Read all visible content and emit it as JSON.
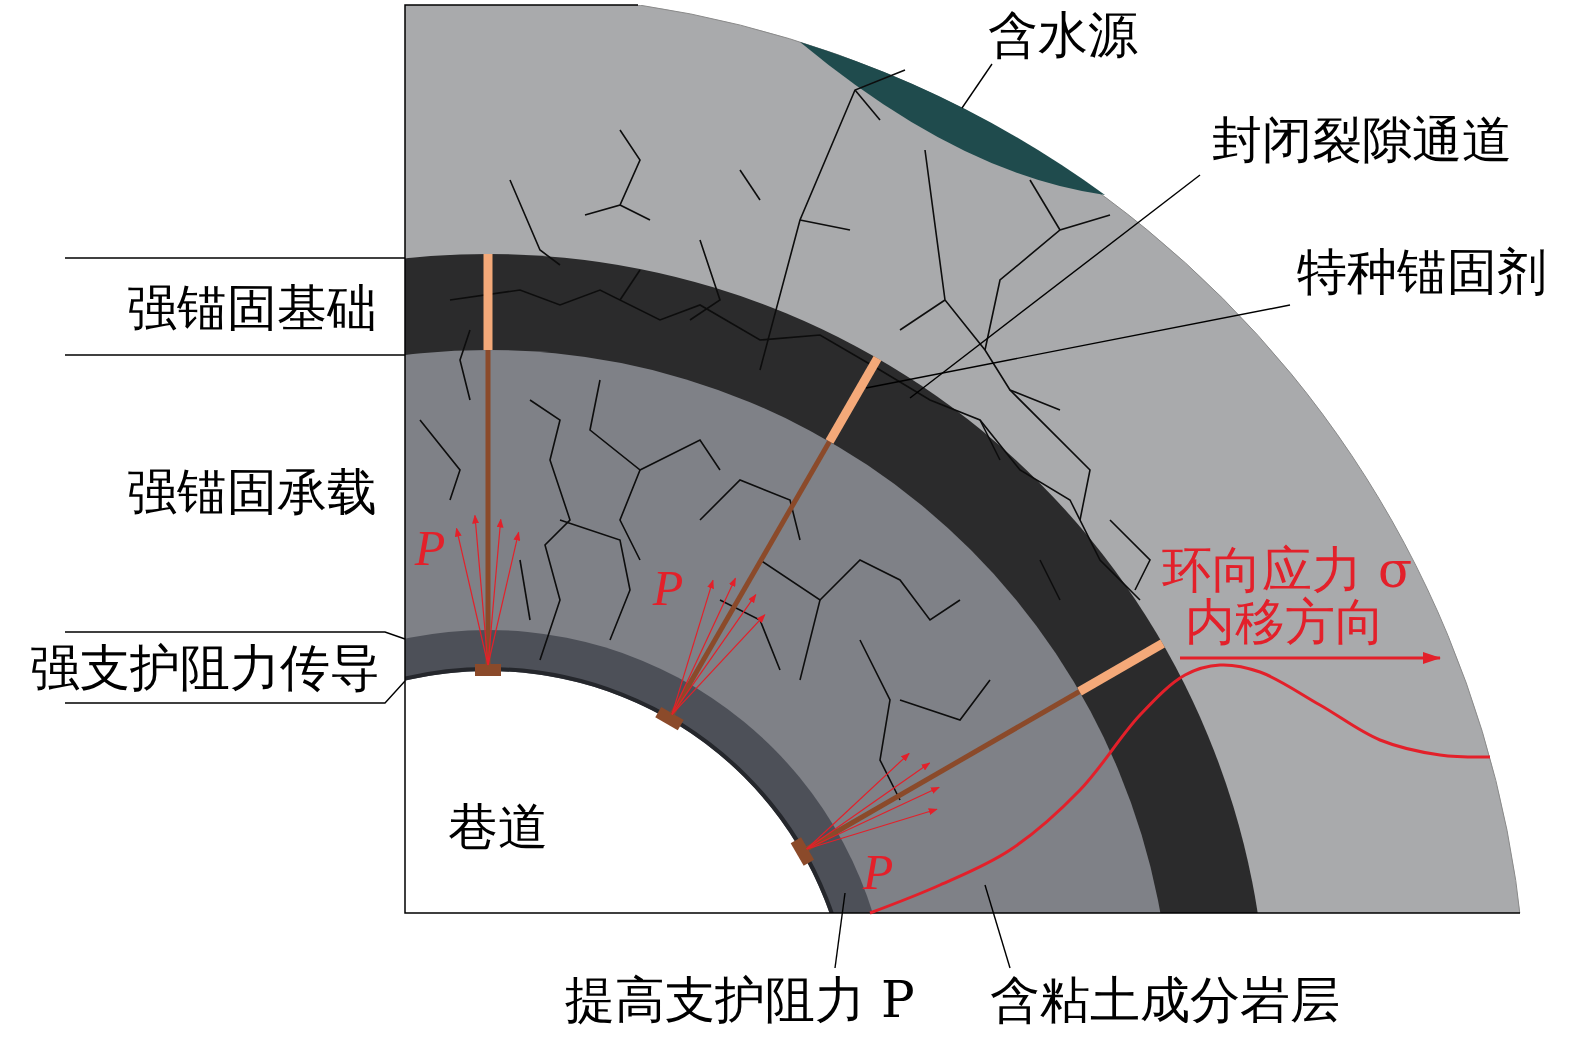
{
  "diagram": {
    "labels": [
      "含水源",
      "封闭裂隙通道",
      "特种锚固剂",
      "强锚固基础",
      "强锚固承载",
      "强支护阻力传导",
      "P",
      "P",
      "P",
      "环向应力 σ",
      "内移方向",
      "巷道",
      "提高支护阻力 P",
      "含粘土成分岩层"
    ]
  }
}
